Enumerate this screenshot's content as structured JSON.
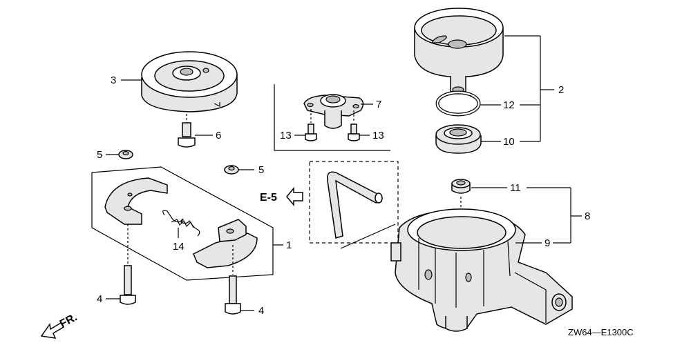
{
  "labels": {
    "l1": "1",
    "l2": "2",
    "l3": "3",
    "l4a": "4",
    "l4b": "4",
    "l5a": "5",
    "l5b": "5",
    "l6": "6",
    "l7": "7",
    "l8": "8",
    "l9": "9",
    "l10": "10",
    "l11": "11",
    "l12": "12",
    "l13a": "13",
    "l13b": "13",
    "l14": "14"
  },
  "ref": "E-5",
  "front": "FR.",
  "diagram_code": "ZW64—E1300C"
}
